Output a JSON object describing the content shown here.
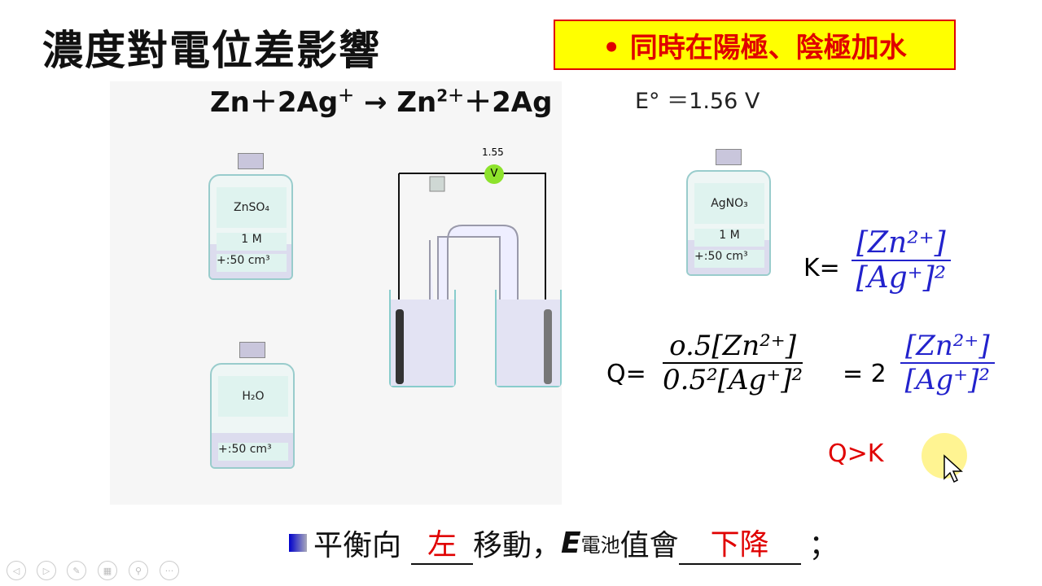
{
  "title": "濃度對電位差影響",
  "note": "• 同時在陽極、陰極加水",
  "reaction": {
    "left": "Zn＋2Ag",
    "sup1": "＋",
    "arrow": " → Zn",
    "sup2": "2＋",
    "right": "＋2Ag"
  },
  "e_standard": "E° ＝1.56 V",
  "sim": {
    "voltage": "1.55",
    "voltmeter_label": "V",
    "bottles": [
      {
        "name": "ZnSO₄",
        "conc": "1 M",
        "add": "+:50 cm³"
      },
      {
        "name": "AgNO₃",
        "conc": "1 M",
        "add": "+:50 cm³"
      },
      {
        "name": "H₂O",
        "add": "+:50 cm³"
      }
    ]
  },
  "formulas": {
    "k_label": "K=",
    "k_num": "[Zn²⁺]",
    "k_den": "[Ag⁺]²",
    "q_label": "Q=",
    "q_num": "o.5[Zn²⁺]",
    "q_den": "0.5²[Ag⁺]²",
    "q_eq": "= 2",
    "q2_num": "[Zn²⁺]",
    "q2_den": "[Ag⁺]²",
    "compare": "Q>K"
  },
  "bottom": {
    "t1": "平衡向",
    "a1": "左",
    "t2": "移動，",
    "e": "E",
    "sub": "電池",
    "t3": "值會",
    "a2": "下降",
    "t4": "；"
  },
  "colors": {
    "accent_red": "#e00000",
    "formula_blue": "#2222cc",
    "note_bg": "#ffff00"
  }
}
